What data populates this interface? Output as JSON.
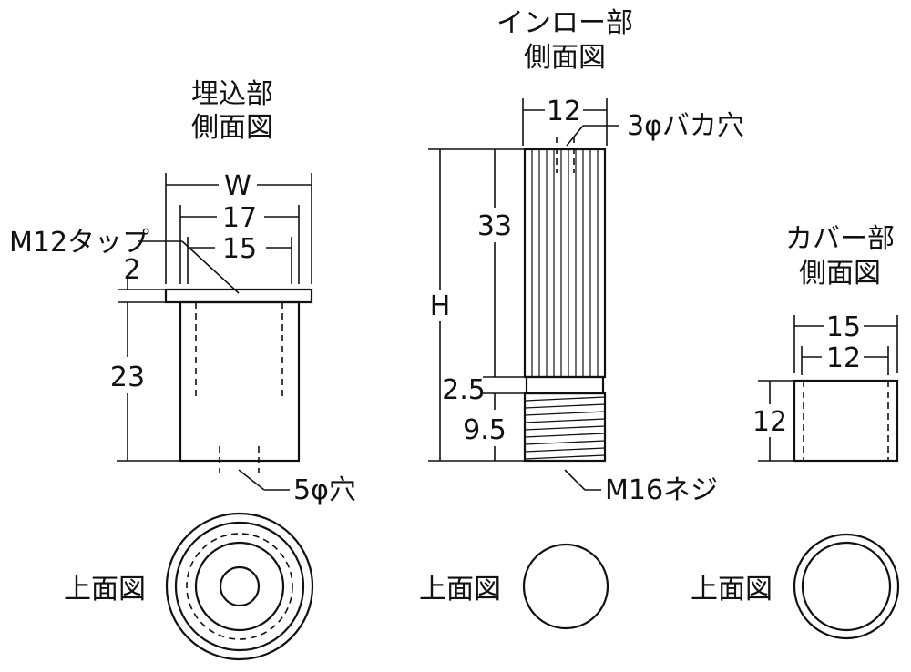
{
  "views": {
    "embed": {
      "title_line1": "埋込部",
      "title_line2": "側面図",
      "top_view_label": "上面図"
    },
    "inlo": {
      "title_line1": "インロー部",
      "title_line2": "側面図",
      "top_view_label": "上面図"
    },
    "cover": {
      "title_line1": "カバー部",
      "title_line2": "側面図",
      "top_view_label": "上面図"
    }
  },
  "dimensions": {
    "embed_w": "W",
    "embed_17": "17",
    "embed_15": "15",
    "embed_2": "2",
    "embed_23": "23",
    "inlo_12": "12",
    "inlo_h": "H",
    "inlo_33": "33",
    "inlo_25": "2.5",
    "inlo_95": "9.5",
    "cover_15": "15",
    "cover_12": "12",
    "cover_h12": "12"
  },
  "callouts": {
    "tap": "M12タップ",
    "hole5": "5φ穴",
    "hole3": "3φバカ穴",
    "screw": "M16ネジ"
  }
}
